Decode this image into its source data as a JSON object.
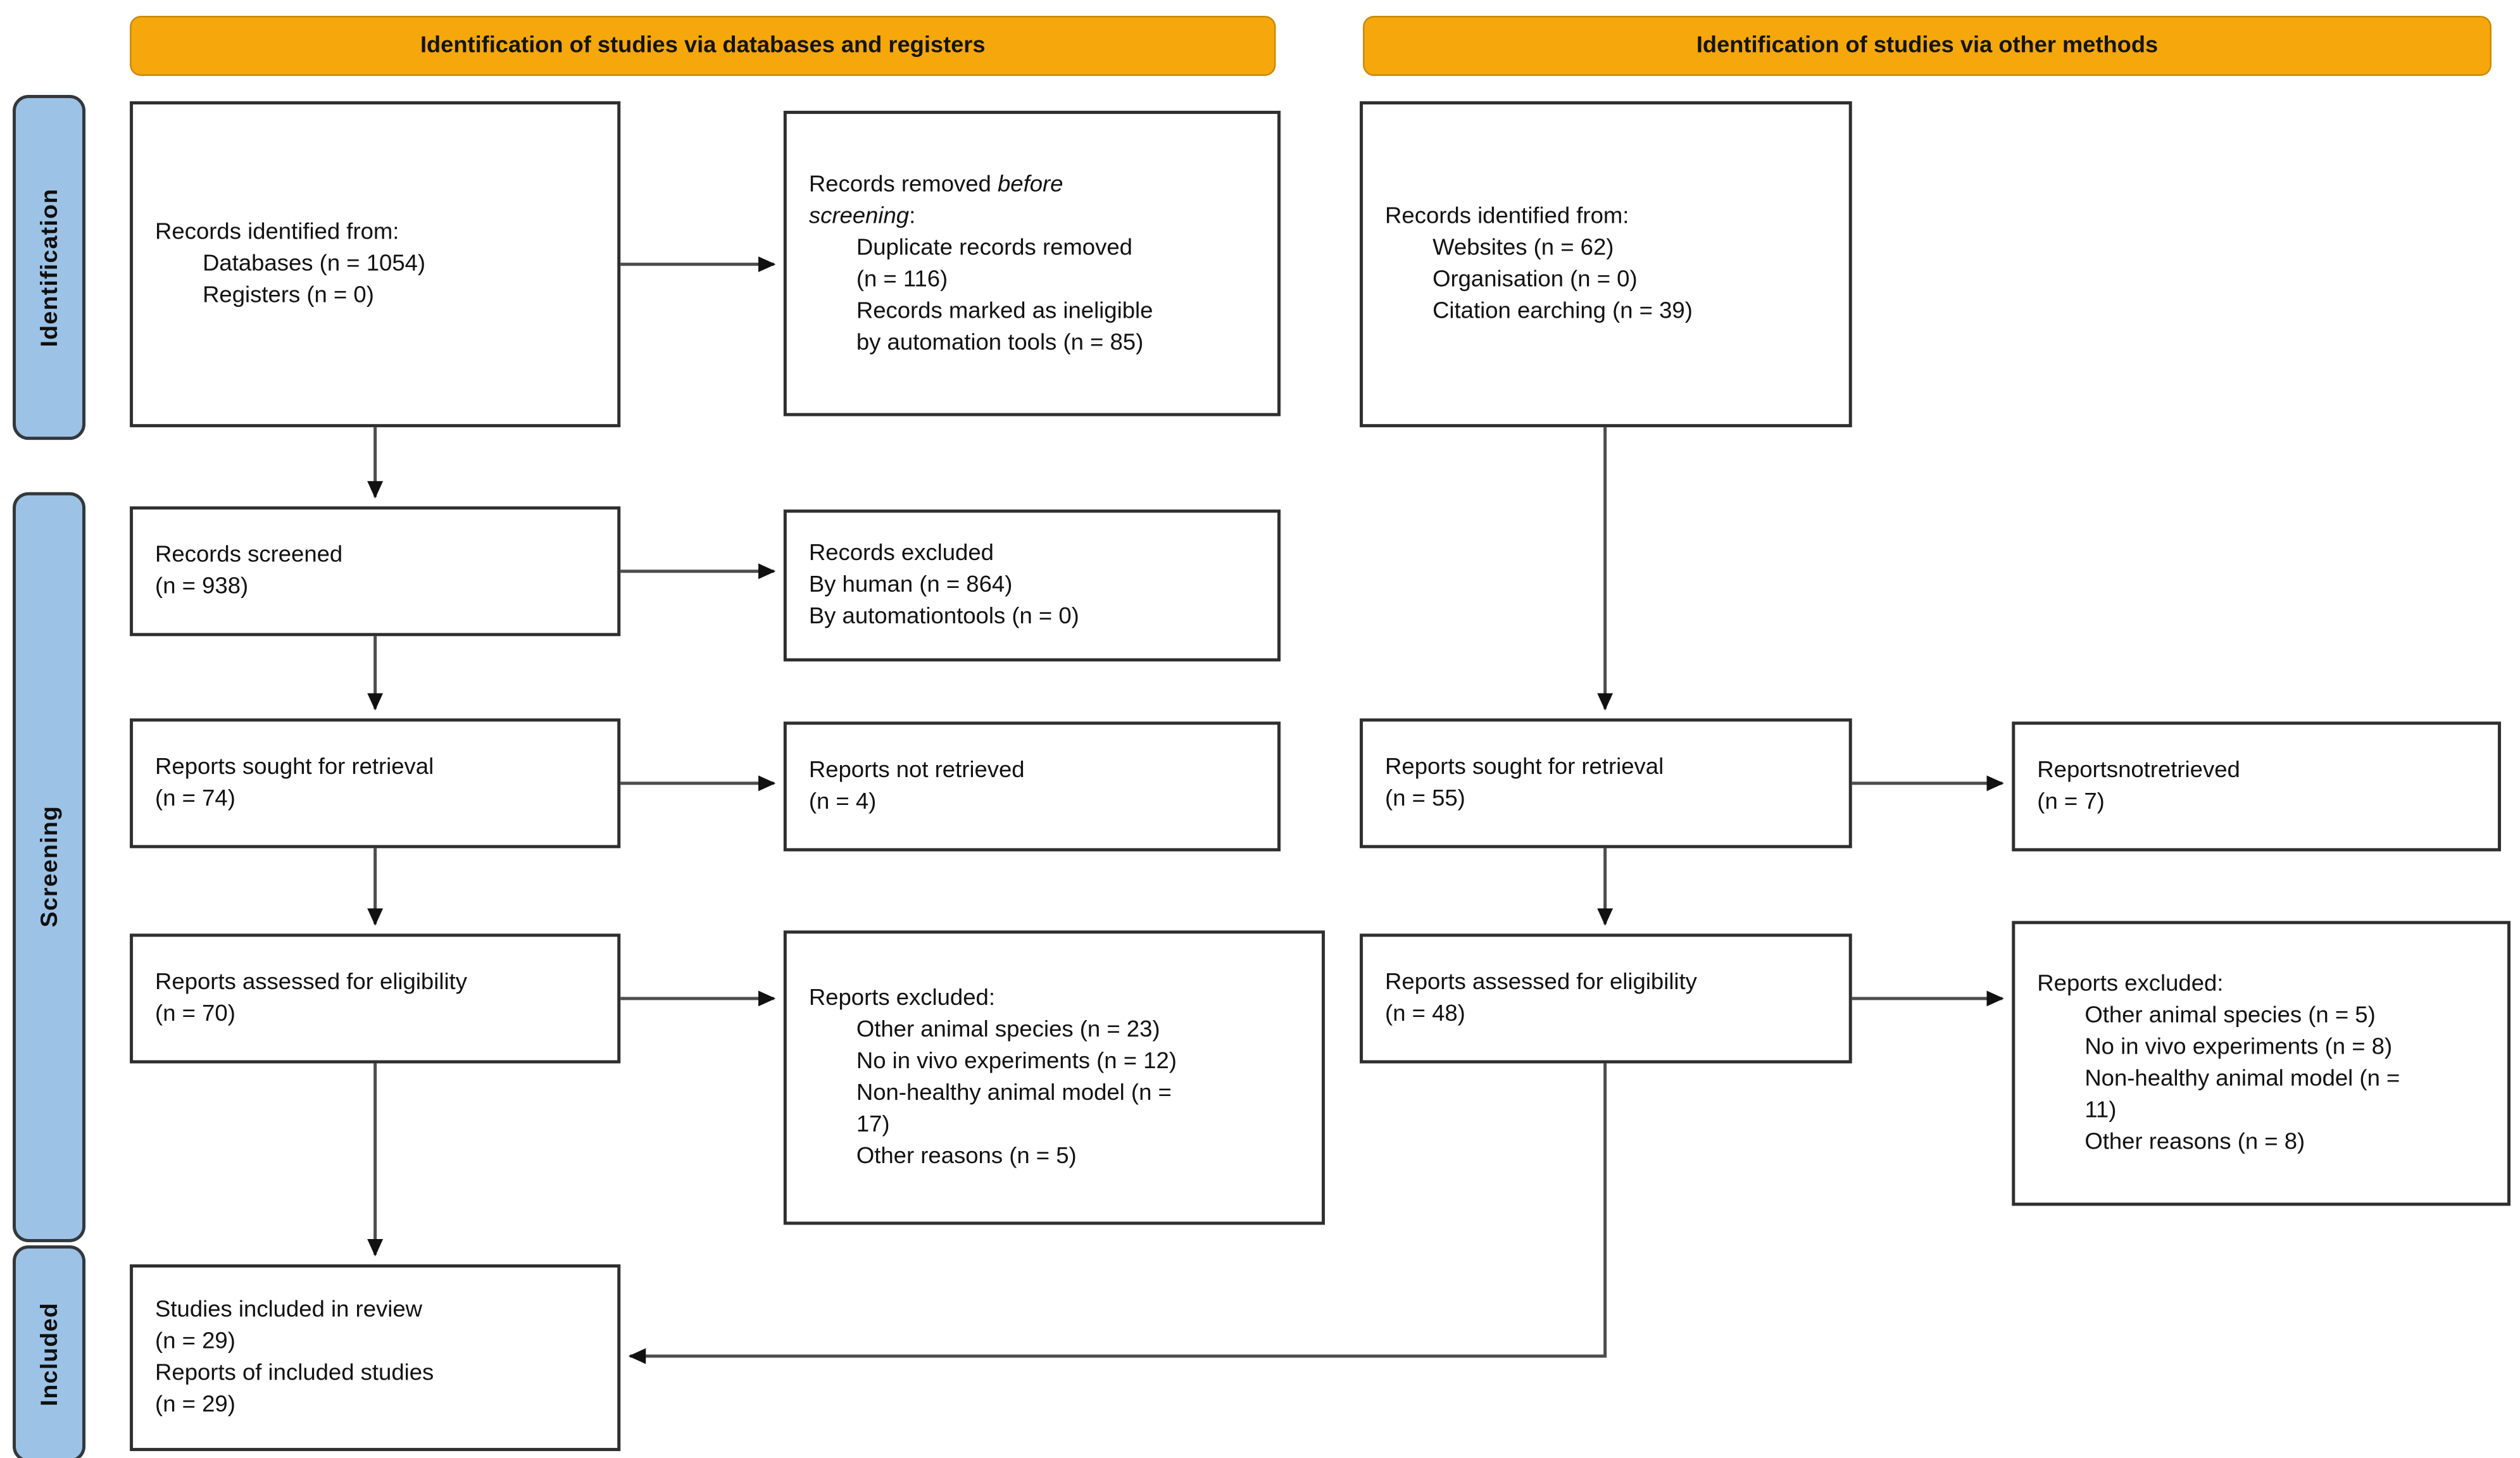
{
  "diagram_title": "PRISMA flow diagram",
  "colors": {
    "header_bg": "#F6A70B",
    "header_border": "#C98A06",
    "sidebar_bg": "#9CC3E6",
    "sidebar_border": "#33383d",
    "box_border": "#2f2f2f",
    "line_color": "#4d4d4d",
    "text_color": "#111111"
  },
  "headers": {
    "left": "Identification of studies via databases and registers",
    "right": "Identification of studies via other methods"
  },
  "sidebar": [
    {
      "id": "identification",
      "label": "Identification"
    },
    {
      "id": "screening",
      "label": "Screening"
    },
    {
      "id": "included",
      "label": "Included"
    }
  ],
  "boxes": {
    "db_identified": {
      "lines": [
        {
          "text": "Records identified from:"
        },
        {
          "text": "Databases (n = 1054)",
          "indent": true
        },
        {
          "text": "Registers (n = 0)",
          "indent": true
        }
      ]
    },
    "db_removed": {
      "lines": [
        {
          "segments": [
            {
              "text": "Records removed "
            },
            {
              "text": "before",
              "italic": true
            }
          ]
        },
        {
          "segments": [
            {
              "text": "screening",
              "italic": true
            },
            {
              "text": ":"
            }
          ]
        },
        {
          "text": "Duplicate records removed",
          "indent": true
        },
        {
          "text": "(n = 116)",
          "indent": true
        },
        {
          "text": "Records marked as ineligible",
          "indent": true
        },
        {
          "text": "by automation tools (n = 85)",
          "indent": true
        }
      ]
    },
    "other_identified": {
      "lines": [
        {
          "text": "Records identified from:"
        },
        {
          "text": "Websites (n = 62)",
          "indent": true
        },
        {
          "text": "Organisation (n = 0)",
          "indent": true
        },
        {
          "text": "Citation earching (n = 39)",
          "indent": true
        }
      ]
    },
    "screened": {
      "lines": [
        {
          "text": "Records screened"
        },
        {
          "text": "(n = 938)"
        }
      ]
    },
    "screened_excluded": {
      "lines": [
        {
          "text": "Records excluded"
        },
        {
          "text": "By human (n = 864)"
        },
        {
          "text": "By automationtools (n = 0)"
        }
      ]
    },
    "sought_db": {
      "lines": [
        {
          "text": "Reports sought for retrieval"
        },
        {
          "text": "(n = 74)"
        }
      ]
    },
    "not_retrieved_db": {
      "lines": [
        {
          "text": "Reports not retrieved"
        },
        {
          "text": "(n = 4)"
        }
      ]
    },
    "sought_other": {
      "lines": [
        {
          "text": "Reports sought for retrieval"
        },
        {
          "text": "(n = 55)"
        }
      ]
    },
    "not_retrieved_other": {
      "lines": [
        {
          "text": "Reportsnotretrieved"
        },
        {
          "text": "(n = 7)"
        }
      ]
    },
    "assessed_db": {
      "lines": [
        {
          "text": "Reports assessed for eligibility"
        },
        {
          "text": "(n = 70)"
        }
      ]
    },
    "excluded_db": {
      "lines": [
        {
          "text": "Reports excluded:"
        },
        {
          "text": "Other animal species (n = 23)",
          "indent": true
        },
        {
          "text": "No in vivo experiments (n = 12)",
          "indent": true
        },
        {
          "text": "Non-healthy animal model (n =",
          "indent": true
        },
        {
          "text": "17)",
          "indent": true
        },
        {
          "text": "Other reasons (n = 5)",
          "indent": true
        }
      ]
    },
    "assessed_other": {
      "lines": [
        {
          "text": "Reports assessed for eligibility"
        },
        {
          "text": "(n = 48)"
        }
      ]
    },
    "excluded_other": {
      "lines": [
        {
          "text": "Reports excluded:"
        },
        {
          "text": "Other animal species (n = 5)",
          "indent": true
        },
        {
          "text": "No in vivo experiments (n = 8)",
          "indent": true
        },
        {
          "text": "Non-healthy animal model (n =",
          "indent": true
        },
        {
          "text": "11)",
          "indent": true
        },
        {
          "text": "Other reasons (n = 8)",
          "indent": true
        }
      ]
    },
    "included": {
      "lines": [
        {
          "text": "Studies included in review"
        },
        {
          "text": "(n = 29)"
        },
        {
          "text": "Reports of included studies"
        },
        {
          "text": "(n = 29)"
        }
      ]
    }
  }
}
